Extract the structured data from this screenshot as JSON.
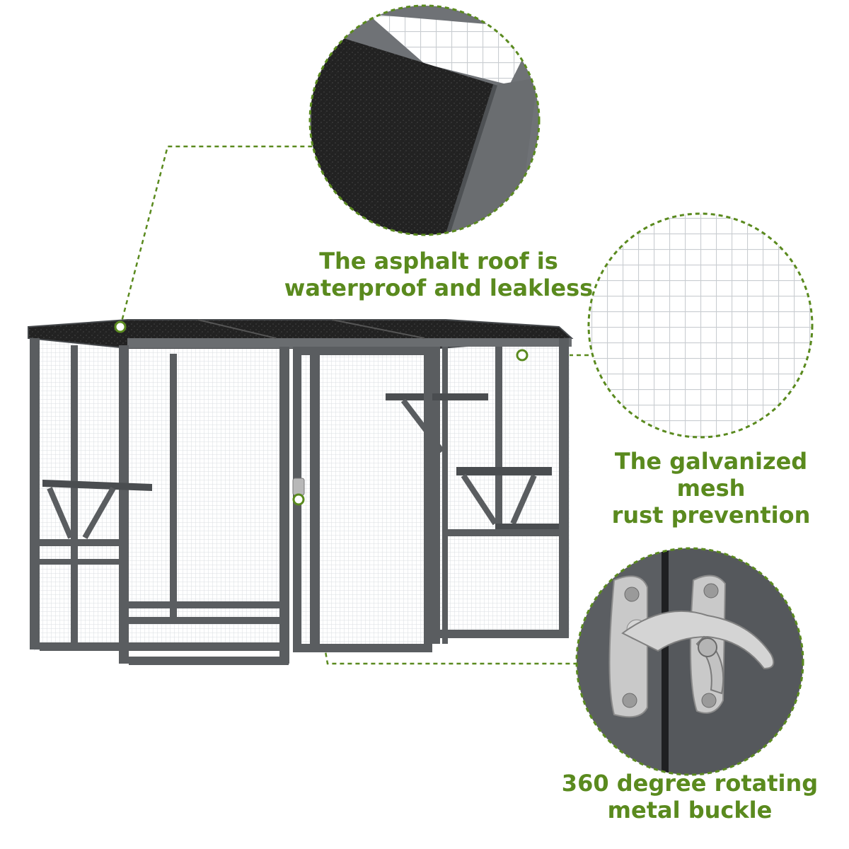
{
  "captions": {
    "roof": "The asphalt roof is\nwaterproof and leakless",
    "mesh": "The galvanized mesh\nrust prevention",
    "lock": "360 degree rotating\nmetal buckle"
  },
  "colors": {
    "accent_green": "#5a8a1e",
    "frame_gray": "#5a5d60",
    "frame_dark": "#45484b",
    "roof_black": "#2b2b2b",
    "mesh_light": "#e4e6e8",
    "hardware_silver": "#c9c9c9"
  },
  "icons": {
    "callout": "leader-dot-icon",
    "latch": "latch-icon"
  }
}
